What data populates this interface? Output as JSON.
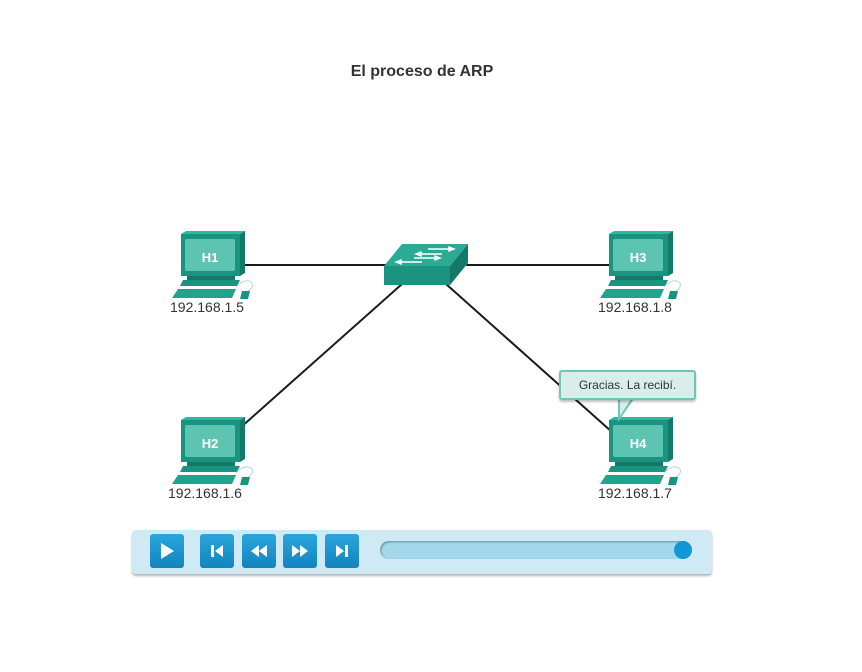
{
  "title": "El proceso de ARP",
  "colors": {
    "device": "#1e9a87",
    "device_dark": "#137a6a",
    "screen": "#5ec4b2",
    "link": "#1a1a1a",
    "control_bar": "#cfeaf5",
    "button": "#1a90cb",
    "slider_track": "#a3d8ea",
    "slider_thumb": "#1496d4"
  },
  "switch": {
    "name": "switch",
    "icon": "network-switch-icon"
  },
  "hosts": [
    {
      "id": "H1",
      "label": "H1",
      "ip": "192.168.1.5"
    },
    {
      "id": "H2",
      "label": "H2",
      "ip": "192.168.1.6"
    },
    {
      "id": "H3",
      "label": "H3",
      "ip": "192.168.1.8"
    },
    {
      "id": "H4",
      "label": "H4",
      "ip": "192.168.1.7"
    }
  ],
  "links": [
    {
      "from": "H1",
      "to": "switch"
    },
    {
      "from": "H3",
      "to": "switch"
    },
    {
      "from": "H2",
      "to": "switch"
    },
    {
      "from": "H4",
      "to": "switch"
    }
  ],
  "speech_bubble": {
    "host": "H4",
    "text": "Gracias. La recibí."
  },
  "controls": {
    "buttons": [
      {
        "name": "play-button",
        "icon": "play-icon"
      },
      {
        "name": "skip-to-start-button",
        "icon": "skip-back-icon"
      },
      {
        "name": "rewind-button",
        "icon": "rewind-icon"
      },
      {
        "name": "fast-forward-button",
        "icon": "fast-forward-icon"
      },
      {
        "name": "skip-to-end-button",
        "icon": "skip-forward-icon"
      }
    ],
    "progress_fraction": 0.97
  }
}
